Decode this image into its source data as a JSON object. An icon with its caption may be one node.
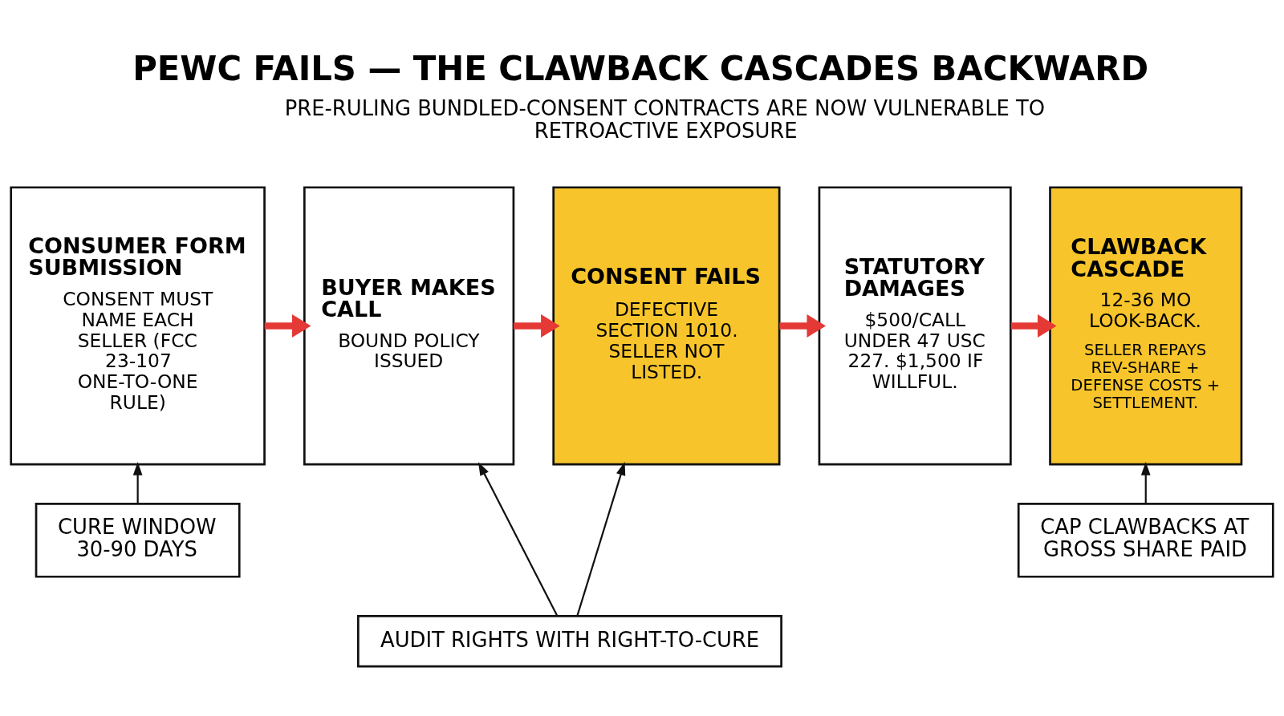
{
  "diagram": {
    "title": "PEWC FAILS — THE CLAWBACK CASCADES BACKWARD",
    "nodes": [
      {
        "text": [
          "CONSUMER FORM SUBMISSION",
          "CONSENT MUST NAME EACH SELLER (FCC 23-107 ONE-TO-ONE RULE)"
        ]
      },
      {
        "text": [
          "BUYER MAKES CALL",
          "BOUND POLICY ISSUED"
        ]
      },
      {
        "text": [
          "CONSENT FAILS",
          "DEFECTIVE SECTION 1010. SELLER NOT LISTED."
        ]
      },
      {
        "text": [
          "STATUTORY DAMAGES",
          "$500/CALL UNDER 47 USC 227. $1,500 IF WILLFUL."
        ]
      },
      {
        "text": [
          "CLAWBACK CASCADE",
          "12-36 MO LOOK-BACK.",
          "SELLER REPAYS REV-SHARE + DEFENSE COSTS + SETTLEMENT."
        ]
      },
      {
        "text": [
          "CURE WINDOW 30-90 DAYS"
        ]
      },
      {
        "text": [
          "CAP CLAWBACKS AT GROSS SHARE PAID"
        ]
      },
      {
        "text": [
          "AUDIT RIGHTS WITH RIGHT-TO-CURE"
        ]
      }
    ],
    "edges": [
      {
        "from": 0,
        "to": 1,
        "arrow": "to",
        "style": "thick",
        "color": "#e53935"
      },
      {
        "from": 1,
        "to": 2,
        "arrow": "to",
        "style": "thick",
        "color": "#e53935"
      },
      {
        "from": 2,
        "to": 3,
        "arrow": "to",
        "style": "thick",
        "color": "#e53935"
      },
      {
        "from": 3,
        "to": 4,
        "arrow": "to",
        "style": "thick",
        "color": "#e53935"
      },
      {
        "from": 5,
        "to": 0,
        "arrow": "to",
        "color": "#111111"
      },
      {
        "from": 6,
        "to": 4,
        "arrow": "to",
        "color": "#111111"
      },
      {
        "from": 7,
        "to": 1,
        "arrow": "to",
        "color": "#111111"
      },
      {
        "from": 7,
        "to": 2,
        "arrow": "to",
        "color": "#111111"
      }
    ],
    "labels": [
      "PRE-RULING BUNDLED-CONSENT CONTRACTS ARE NOW VULNERABLE TO RETROACTIVE EXPOSURE"
    ]
  }
}
